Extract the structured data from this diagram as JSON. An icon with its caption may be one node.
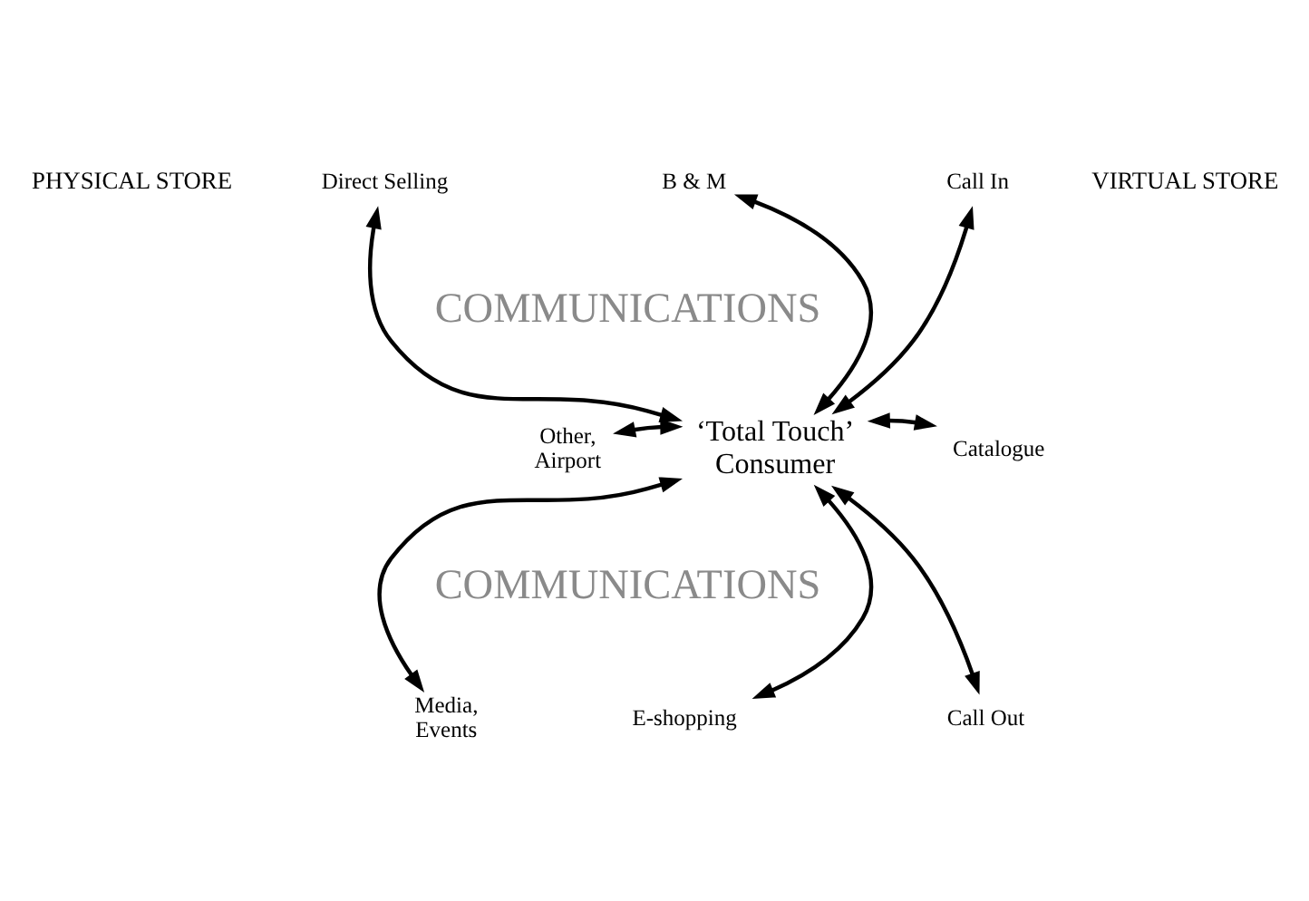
{
  "diagram": {
    "nodes": [
      {
        "text": [
          "B & M"
        ]
      },
      {
        "text": [
          "Direct Selling"
        ]
      },
      {
        "text": [
          "Call In"
        ]
      },
      {
        "text": [
          "Other, Airport"
        ]
      },
      {
        "text": [
          "‘Total Touch’ Consumer"
        ]
      },
      {
        "text": [
          "Catalogue"
        ]
      },
      {
        "text": [
          "Media, Events"
        ]
      },
      {
        "text": [
          "Call Out"
        ]
      },
      {
        "text": [
          "E-shopping"
        ]
      }
    ],
    "edges": [
      {
        "from": 0,
        "to": 4,
        "arrow": "both"
      },
      {
        "from": 1,
        "to": 4,
        "arrow": "both"
      },
      {
        "from": 2,
        "to": 4,
        "arrow": "both"
      },
      {
        "from": 3,
        "to": 4,
        "arrow": "both"
      },
      {
        "from": 4,
        "to": 5,
        "arrow": "both"
      },
      {
        "from": 4,
        "to": 6,
        "arrow": "both"
      },
      {
        "from": 4,
        "to": 7,
        "arrow": "both"
      },
      {
        "from": 4,
        "to": 8,
        "arrow": "both"
      }
    ],
    "labels": [
      "PHYSICAL STORE",
      "VIRTUAL STORE",
      "COMMUNICATIONS",
      "COMMUNICATIONS"
    ]
  }
}
